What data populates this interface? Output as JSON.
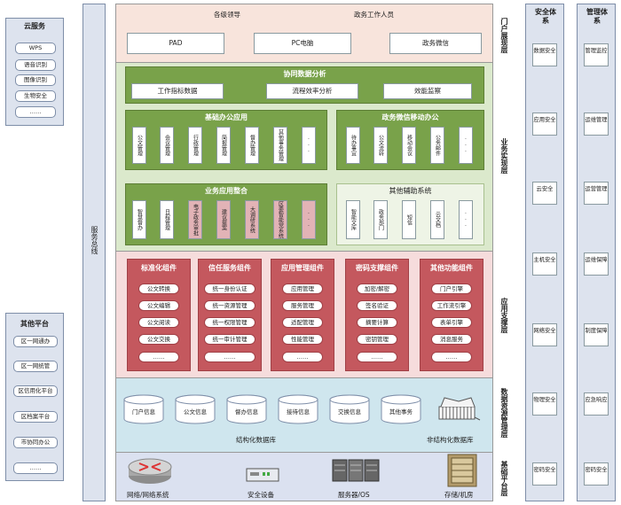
{
  "cloud_services": {
    "title": "云服务",
    "items": [
      "WPS",
      "语音识别",
      "图像识别",
      "生物安全",
      "……"
    ]
  },
  "other_platforms": {
    "title": "其他平台",
    "items": [
      "区一网通办",
      "区一网统管",
      "区信用化平台",
      "区档案平台",
      "市协同办公",
      "……"
    ]
  },
  "service_bus": "服务总线",
  "access_layer": {
    "label": "门户展现层",
    "users": [
      "各级领导",
      "政务工作人员"
    ],
    "channels": [
      "PAD",
      "PC电脑",
      "政务微信"
    ]
  },
  "business_layer": {
    "label": "业务实现层",
    "analysis": {
      "title": "协同数据分析",
      "items": [
        "工作指标数据",
        "流程效率分析",
        "效能监察"
      ]
    },
    "basic_office": {
      "title": "基础办公应用",
      "items": [
        "公文管理",
        "会议管理",
        "行政管理",
        "简报管理",
        "督办管理",
        "其他事务管理",
        "···"
      ]
    },
    "mobile_office": {
      "title": "政务微信移动办公",
      "items": [
        "待办事宜",
        "公文流转",
        "移动会议",
        "公务邮件",
        "···"
      ]
    },
    "integration": {
      "title": "业务应用整合",
      "items": [
        "智慧督办",
        "日程管理",
        "电子政务审批",
        "建议提案",
        "大调研系统",
        "区委智能党系统",
        "···"
      ]
    },
    "aux": {
      "title": "其他辅助系统",
      "items": [
        "智能文库",
        "政务部门",
        "短信",
        "云文档",
        "···"
      ]
    }
  },
  "support_layer": {
    "label": "应用支撑层",
    "groups": [
      {
        "title": "标准化组件",
        "items": [
          "公文转换",
          "公文编辑",
          "公文阅读",
          "公文交换",
          "……"
        ]
      },
      {
        "title": "信任服务组件",
        "items": [
          "统一身份认证",
          "统一资源管理",
          "统一权限管理",
          "统一审计管理",
          "……"
        ]
      },
      {
        "title": "应用管理组件",
        "items": [
          "应用管理",
          "服务管理",
          "适配管理",
          "性能管理",
          "……"
        ]
      },
      {
        "title": "密码支撑组件",
        "items": [
          "加密/解密",
          "签名验证",
          "摘要计算",
          "密钥管理",
          "……"
        ]
      },
      {
        "title": "其他功能组件",
        "items": [
          "门户引擎",
          "工作流引擎",
          "表单引擎",
          "消息服务",
          "……"
        ]
      }
    ]
  },
  "data_layer": {
    "label": "数据资源管理层",
    "dbs": [
      "门户信息",
      "公文信息",
      "督办信息",
      "接待信息",
      "交换信息",
      "其他事务"
    ],
    "structured": "结构化数据库",
    "unstructured": "非结构化数据库"
  },
  "infra_layer": {
    "label": "基础平台层",
    "items": [
      "网络/网络系统",
      "安全设备",
      "服务器/OS",
      "存储/机房"
    ]
  },
  "security_system": {
    "title": "安全体系",
    "items": [
      "数据安全",
      "应用安全",
      "云安全",
      "主机安全",
      "网络安全",
      "物理安全",
      "密码安全"
    ]
  },
  "management_system": {
    "title": "管理体系",
    "items": [
      "管理监控",
      "运维管理",
      "运营管理",
      "运维保障",
      "制度保障",
      "应急响应",
      "密码安全"
    ]
  },
  "colors": {
    "header_pink": "#f8e4dc",
    "business_green": "#dbe9cc",
    "support_pink": "#f6dcdc",
    "data_blue": "#cfe6ee",
    "infra_blue": "#dbe1f0",
    "component_red": "#c4585e",
    "component_green": "#79a24a"
  }
}
